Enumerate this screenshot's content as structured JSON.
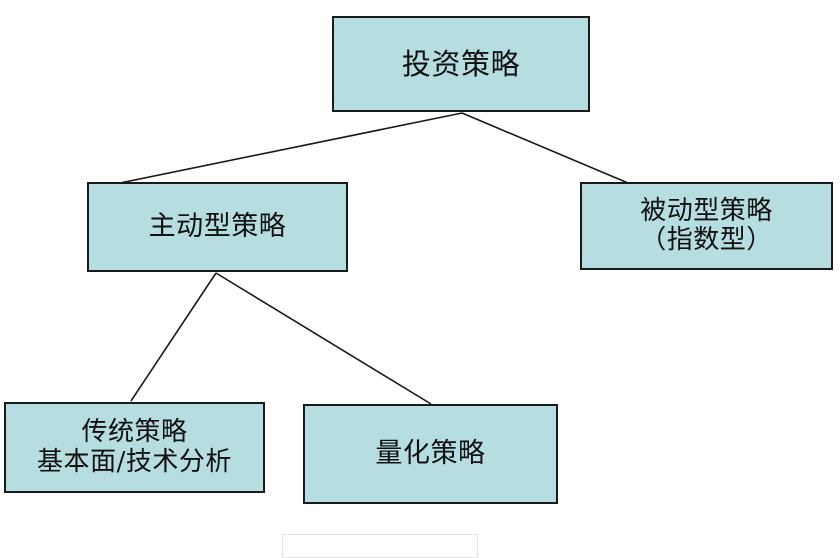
{
  "diagram": {
    "type": "hierarchy-tree",
    "title": "投资策略",
    "background_color": "#ffffff",
    "node_fill_color": "#b6dde0",
    "node_border_color": "#1a1a1a",
    "connector_color": "#1a1a1a",
    "nodes": [
      {
        "id": "root",
        "lines": [
          "投资策略"
        ],
        "level": 0
      },
      {
        "id": "active",
        "lines": [
          "主动型策略"
        ],
        "level": 1
      },
      {
        "id": "passive",
        "lines": [
          "被动型策略",
          "（指数型）"
        ],
        "level": 1
      },
      {
        "id": "traditional",
        "lines": [
          "传统策略",
          "基本面/技术分析"
        ],
        "level": 2
      },
      {
        "id": "quant",
        "lines": [
          "量化策略"
        ],
        "level": 2
      }
    ],
    "edges": [
      {
        "from": "root",
        "to": "active"
      },
      {
        "from": "root",
        "to": "passive"
      },
      {
        "from": "active",
        "to": "traditional"
      },
      {
        "from": "active",
        "to": "quant"
      }
    ]
  }
}
